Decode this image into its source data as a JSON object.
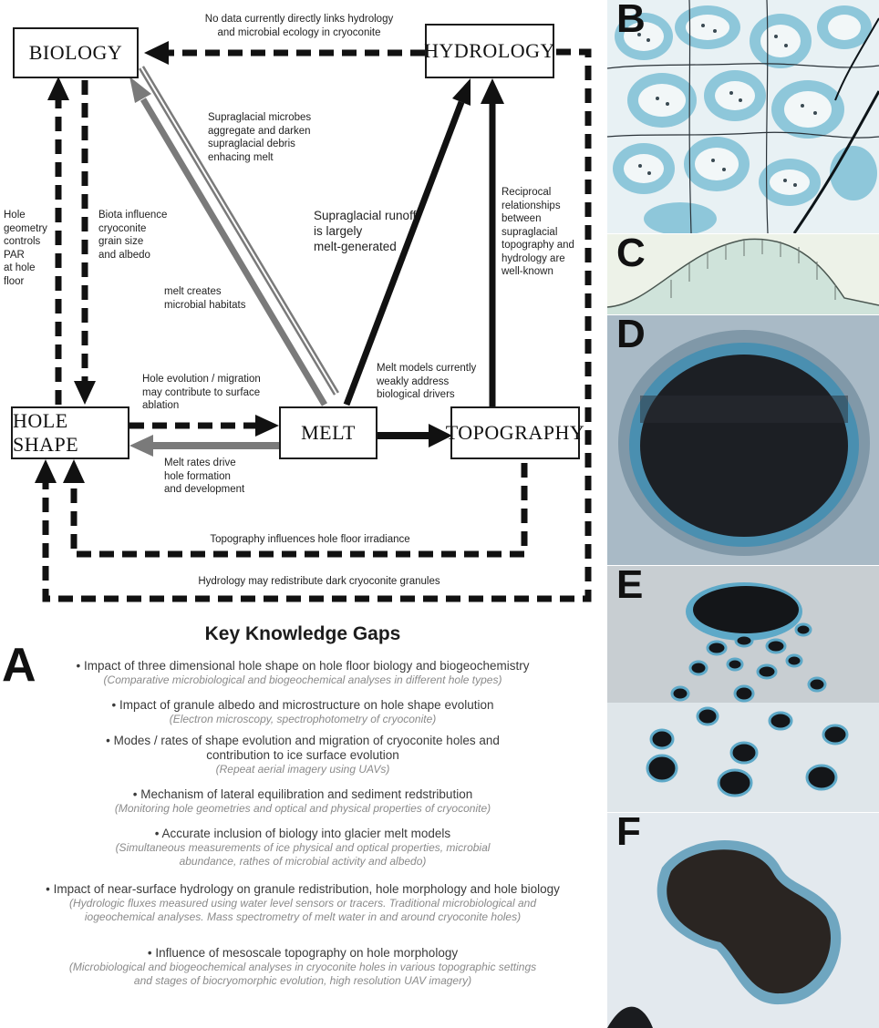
{
  "nodes": {
    "biology": "BIOLOGY",
    "hydrology": "HYDROLOGY",
    "hole_shape": "HOLE SHAPE",
    "melt": "MELT",
    "topography": "TOPOGRAPHY"
  },
  "edge_labels": {
    "hydrology_biology": "No data currently directly links hydrology\nand microbial ecology in cryoconite",
    "biology_melt": "Supraglacial microbes\naggregate and darken\nsupraglacial debris\nenhacing melt",
    "melt_biology": "melt creates\nmicrobial habitats",
    "hole_geometry": "Hole\ngeometry\ncontrols\nPAR\nat hole\nfloor",
    "biota_influence": "Biota influence\ncryoconite\ngrain size\nand albedo",
    "melt_hydrology": "Supraglacial runoff\nis largely\nmelt-generated",
    "topography_hydrology": "Reciprocal\nrelationships\nbetween\nsupraglacial\ntopography and\nhydrology are\nwell-known",
    "melt_models": "Melt models currently\nweakly address\nbiological drivers",
    "hole_evolution": "Hole evolution / migration\nmay contribute to surface\nablation",
    "melt_rates": "Melt rates drive\nhole formation\nand development",
    "topography_hole": "Topography influences hole floor irradiance",
    "hydrology_hole": "Hydrology may redistribute dark cryoconite granules"
  },
  "colors": {
    "black_arrow": "#111111",
    "grey_arrow": "#7a7a7a",
    "label_text": "#222222",
    "gap_heading": "#3a3a3a",
    "gap_detail": "#8a8a8a",
    "photo_blue": "#5ea9c8",
    "photo_dark": "#1c1f24"
  },
  "knowledge_gaps": {
    "title": "Key Knowledge Gaps",
    "panel_letter": "A",
    "items": [
      {
        "heading": "• Impact of three dimensional hole shape on hole floor biology and biogeochemistry",
        "detail": "(Comparative microbiological and biogeochemical analyses in different hole types)"
      },
      {
        "heading": "• Impact of granule albedo and microstructure on hole shape evolution",
        "detail": "(Electron microscopy, spectrophotometry of cryoconite)"
      },
      {
        "heading": "• Modes / rates of shape evolution and migration of cryoconite holes and\ncontribution to ice surface evolution",
        "detail": "(Repeat aerial imagery using UAVs)"
      },
      {
        "heading": "• Mechanism of lateral equilibration and sediment redstribution",
        "detail": "(Monitoring hole geometries and optical and physical properties of cryoconite)"
      },
      {
        "heading": "• Accurate inclusion of biology into glacier melt models",
        "detail": "(Simultaneous measurements of ice physical and optical properties, microbial\nabundance, rathes of microbial activity and albedo)"
      },
      {
        "heading": "• Impact of near-surface hydrology on granule redistribution, hole morphology and hole biology",
        "detail": "(Hydrologic fluxes measured using water level sensors or tracers. Traditional microbiological and\niogeochemical analyses. Mass spectrometry of melt water in and around cryoconite holes)"
      },
      {
        "heading": "• Influence of mesoscale topography on hole morphology",
        "detail": "(Microbiological and biogeochemical analyses in cryoconite holes in various topographic settings\nand stages of biocryomorphic evolution, high resolution UAV imagery)"
      }
    ]
  },
  "panels": {
    "b": "B",
    "c": "C",
    "d": "D",
    "e": "E",
    "f": "F"
  }
}
